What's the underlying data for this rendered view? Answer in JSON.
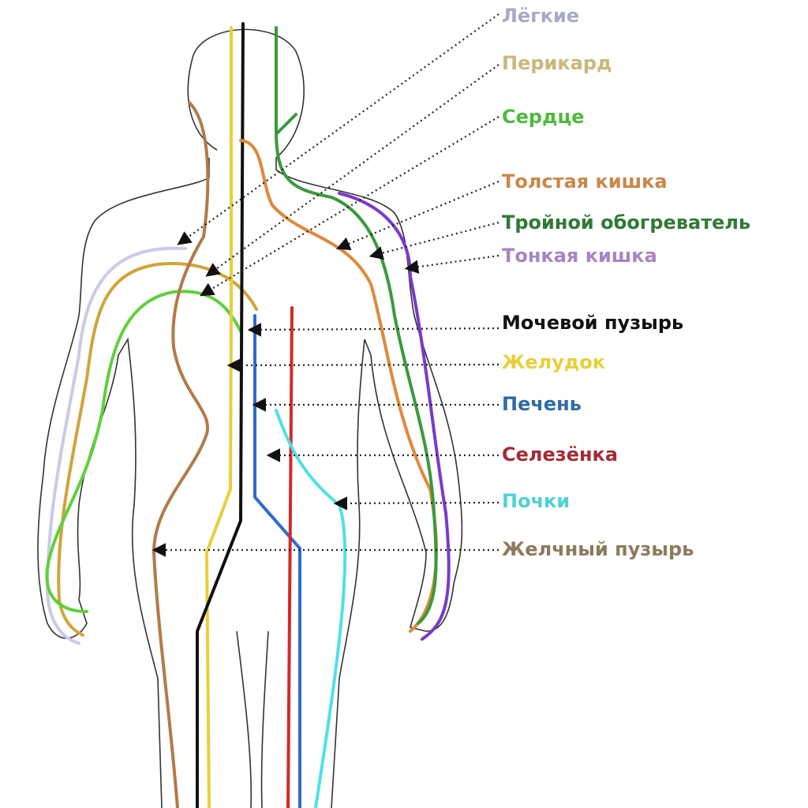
{
  "labels": [
    {
      "text": "Лёгкие",
      "color": "#a7a9c9"
    },
    {
      "text": "Перикард",
      "color": "#c9b878"
    },
    {
      "text": "Сердце",
      "color": "#4cbb3c"
    },
    {
      "text": "Толстая кишка",
      "color": "#c9874a"
    },
    {
      "text": "Тройной обогреватель",
      "color": "#2f7a36"
    },
    {
      "text": "Тонкая кишка",
      "color": "#a784c4"
    },
    {
      "text": "Мочевой пузырь",
      "color": "#111111"
    },
    {
      "text": "Желудок",
      "color": "#e8cf3a"
    },
    {
      "text": "Печень",
      "color": "#2f6aa6"
    },
    {
      "text": "Селезёнка",
      "color": "#a52a36"
    },
    {
      "text": "Почки",
      "color": "#4fd0d8"
    },
    {
      "text": "Желчный пузырь",
      "color": "#8d7a5c"
    }
  ]
}
